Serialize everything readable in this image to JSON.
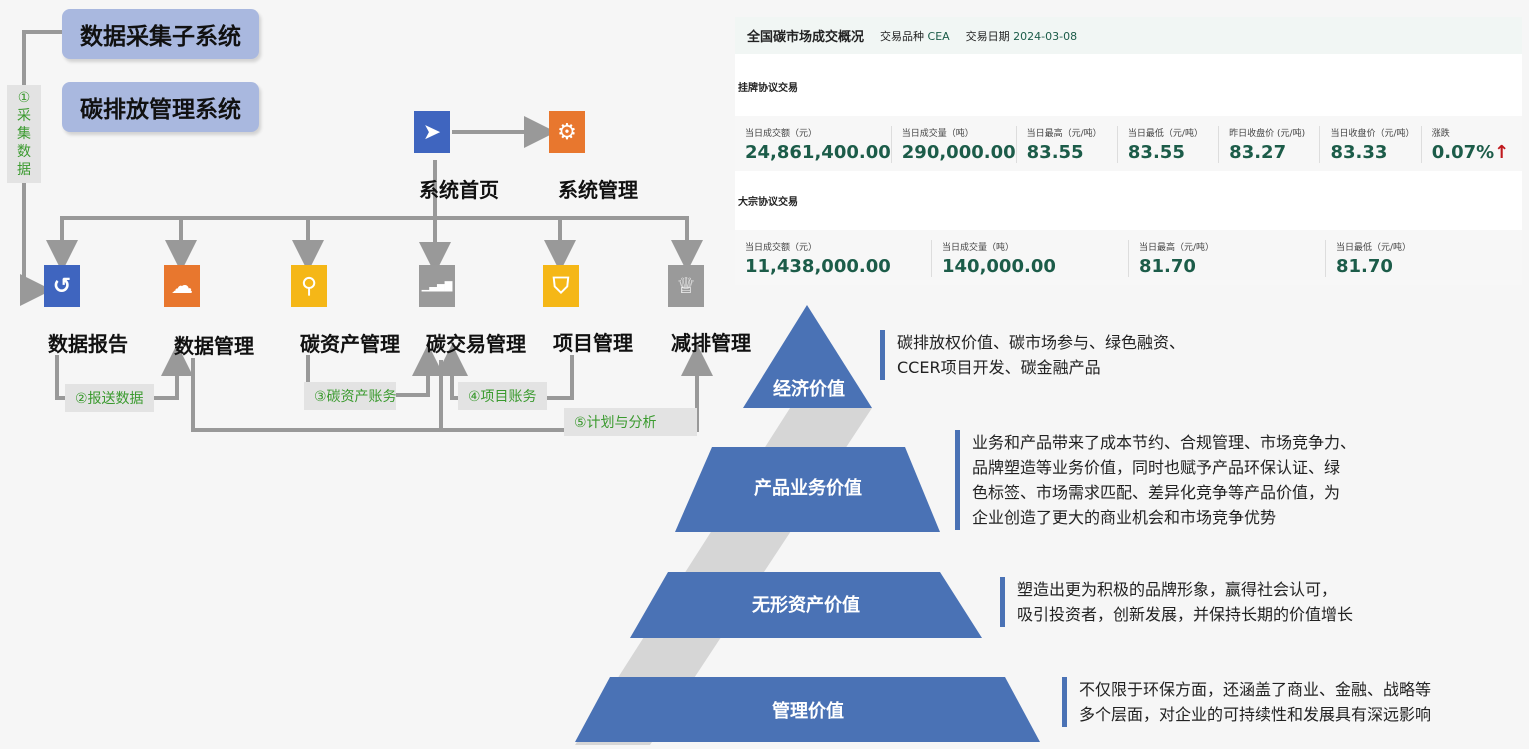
{
  "systems": [
    "数据采集子系统",
    "碳排放管理系统"
  ],
  "collect_label": [
    "①",
    "采",
    "集",
    "数",
    "据"
  ],
  "top_nodes": [
    {
      "label": "系统首页",
      "icon": "paper-plane-icon",
      "color": "#3f65bf"
    },
    {
      "label": "系统管理",
      "icon": "gear-icon",
      "color": "#e8772e"
    }
  ],
  "modules": [
    {
      "label": "数据报告",
      "icon": "refresh-icon",
      "color": "#3f65bf",
      "glyph": "↺"
    },
    {
      "label": "数据管理",
      "icon": "cloud-download-icon",
      "color": "#e8772e",
      "glyph": "⇩"
    },
    {
      "label": "碳资产管理",
      "icon": "search-icon",
      "color": "#f5b717",
      "glyph": "⚲"
    },
    {
      "label": "碳交易管理",
      "icon": "bar-signal-icon",
      "color": "#9a9a9a",
      "glyph": "▁▃▅▇"
    },
    {
      "label": "项目管理",
      "icon": "tag-icon",
      "color": "#f5b717",
      "glyph": "⛉"
    },
    {
      "label": "减排管理",
      "icon": "trophy-icon",
      "color": "#9a9a9a",
      "glyph": "♕"
    }
  ],
  "flows": [
    "②报送数据",
    "③碳资产账务",
    "④项目账务",
    "⑤计划与分析"
  ],
  "market": {
    "title": "全国碳市场成交概况",
    "variety_label": "交易品种",
    "variety": "CEA",
    "date_label": "交易日期",
    "date": "2024-03-08",
    "listed": {
      "title": "挂牌协议交易",
      "items": [
        {
          "label": "当日成交额（元）",
          "value": "24,861,400.00"
        },
        {
          "label": "当日成交量（吨）",
          "value": "290,000.00"
        },
        {
          "label": "当日最高（元/吨）",
          "value": "83.55"
        },
        {
          "label": "当日最低（元/吨）",
          "value": "83.55"
        },
        {
          "label": "昨日收盘价 (元/吨)",
          "value": "83.27"
        },
        {
          "label": "当日收盘价（元/吨）",
          "value": "83.33"
        },
        {
          "label": "涨跌",
          "value": "0.07%"
        }
      ]
    },
    "up_arrow": "↑",
    "block": {
      "title": "大宗协议交易",
      "items": [
        {
          "label": "当日成交额（元）",
          "value": "11,438,000.00"
        },
        {
          "label": "当日成交量（吨）",
          "value": "140,000.00"
        },
        {
          "label": "当日最高（元/吨）",
          "value": "81.70"
        },
        {
          "label": "当日最低（元/吨）",
          "value": "81.70"
        }
      ]
    }
  },
  "pyramid": [
    {
      "label": "经济价值",
      "desc": [
        "碳排放权价值、碳市场参与、绿色融资、",
        "CCER项目开发、碳金融产品"
      ]
    },
    {
      "label": "产品业务价值",
      "desc": [
        "业务和产品带来了成本节约、合规管理、市场竞争力、",
        "品牌塑造等业务价值，同时也赋予产品环保认证、绿",
        "色标签、市场需求匹配、差异化竞争等产品价值，为",
        "企业创造了更大的商业机会和市场竞争优势"
      ]
    },
    {
      "label": "无形资产价值",
      "desc": [
        "塑造出更为积极的品牌形象，赢得社会认可，",
        "吸引投资者，创新发展，并保持长期的价值增长"
      ]
    },
    {
      "label": "管理价值",
      "desc": [
        "不仅限于环保方面，还涵盖了商业、金融、战略等",
        "多个层面，对企业的可持续性和发展具有深远影响"
      ]
    }
  ]
}
